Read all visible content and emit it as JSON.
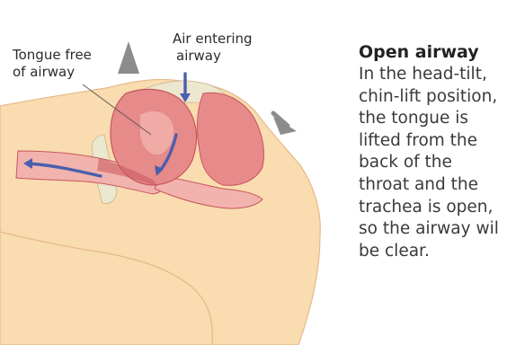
{
  "labels": {
    "tongue": [
      "Tongue free",
      "of airway"
    ],
    "air": [
      "Air entering",
      "airway"
    ]
  },
  "info": {
    "title": "Open airway",
    "lines": [
      "In the head-tilt,",
      "chin-lift position,",
      "the tongue is",
      "lifted from the",
      "back of the",
      "throat and the",
      "trachea is open,",
      "so the airway wil",
      "be clear."
    ]
  },
  "colors": {
    "skin": "#f9dcb0",
    "skin_outline": "#e7b98c",
    "tissue": "#e68a8a",
    "tissue_light": "#f2b3ae",
    "tissue_dark": "#c8565c",
    "bone": "#ece7cf",
    "airflow": "#4a5fae",
    "motion_arrow": "#8c8c8c"
  },
  "icons": [
    "head-tilt-arrow-icon",
    "chin-lift-arrow-icon",
    "airflow-arrow-icon"
  ]
}
